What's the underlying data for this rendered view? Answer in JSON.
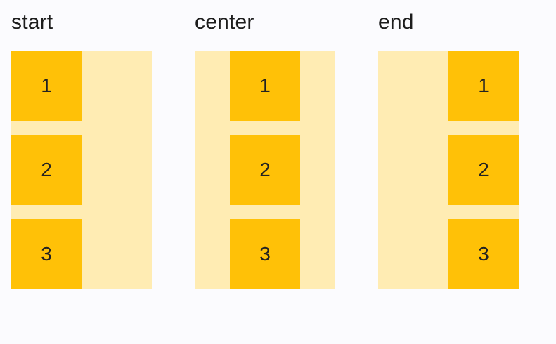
{
  "colors": {
    "page_bg": "#fbfbfe",
    "container_bg": "#ffecb3",
    "item_bg": "#ffc107",
    "label_text": "#1d1d1d",
    "item_text": "#222222"
  },
  "columns": [
    {
      "label": "start",
      "alignment": "start",
      "items": [
        "1",
        "2",
        "3"
      ]
    },
    {
      "label": "center",
      "alignment": "center",
      "items": [
        "1",
        "2",
        "3"
      ]
    },
    {
      "label": "end",
      "alignment": "end",
      "items": [
        "1",
        "2",
        "3"
      ]
    }
  ]
}
